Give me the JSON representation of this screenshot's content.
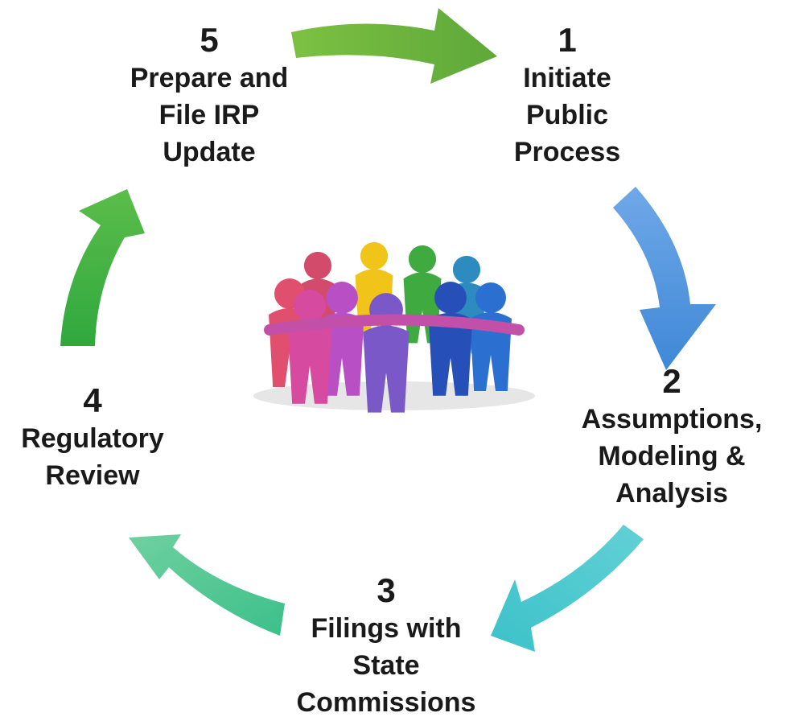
{
  "steps": [
    {
      "number": "1",
      "lines": [
        "Initiate",
        "Public",
        "Process"
      ],
      "color": "#6aa84f"
    },
    {
      "number": "2",
      "lines": [
        "Assumptions,",
        "Modeling &",
        "Analysis"
      ],
      "color": "#4a90d9"
    },
    {
      "number": "3",
      "lines": [
        "Filings with",
        "State",
        "Commissions"
      ],
      "color": "#45c7c7"
    },
    {
      "number": "4",
      "lines": [
        "Regulatory",
        "Review"
      ],
      "color": "#4dbb86"
    },
    {
      "number": "5",
      "lines": [
        "Prepare and",
        "File IRP",
        "Update"
      ],
      "color": "#3fae3f"
    }
  ],
  "center_image": "clay-figures-circle-image"
}
